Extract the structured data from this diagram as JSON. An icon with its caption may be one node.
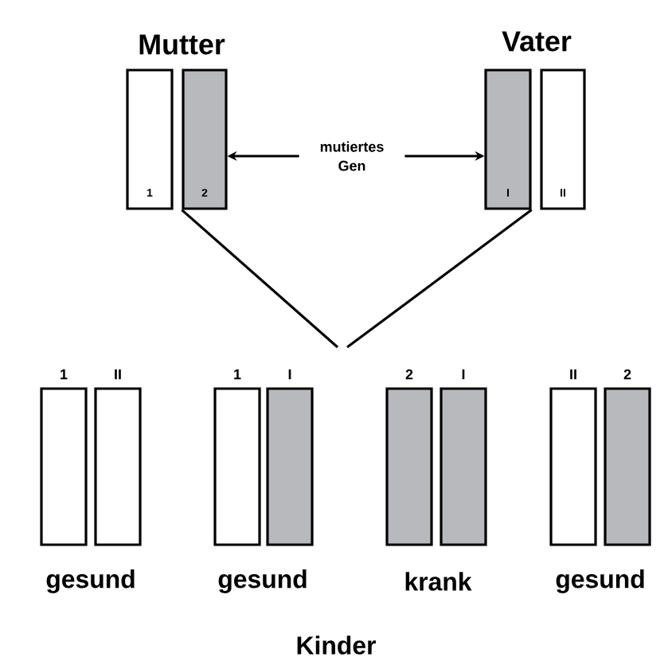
{
  "diagram": {
    "nodes": [
      {
        "text": [
          "1"
        ]
      },
      {
        "text": [
          "2"
        ]
      },
      {
        "text": [
          "mutiertes Gen"
        ]
      },
      {
        "text": [
          "I"
        ]
      },
      {
        "text": [
          "II"
        ]
      },
      {
        "text": [
          "1"
        ]
      },
      {
        "text": [
          "II"
        ]
      },
      {
        "text": [
          "1"
        ]
      },
      {
        "text": [
          "I"
        ]
      },
      {
        "text": [
          "2"
        ]
      },
      {
        "text": [
          "I"
        ]
      },
      {
        "text": [
          "II"
        ]
      },
      {
        "text": [
          "2"
        ]
      }
    ],
    "edges": [
      {
        "from": 2,
        "to": 1,
        "arrow": "to"
      },
      {
        "from": 2,
        "to": 3,
        "arrow": "to"
      },
      {
        "from": 1,
        "to": null,
        "arrow": "none"
      },
      {
        "from": 3,
        "to": null,
        "arrow": "none"
      }
    ],
    "labels": [
      "Mutter",
      "Vater",
      "gesund",
      "gesund",
      "krank",
      "gesund",
      "Kinder"
    ]
  }
}
